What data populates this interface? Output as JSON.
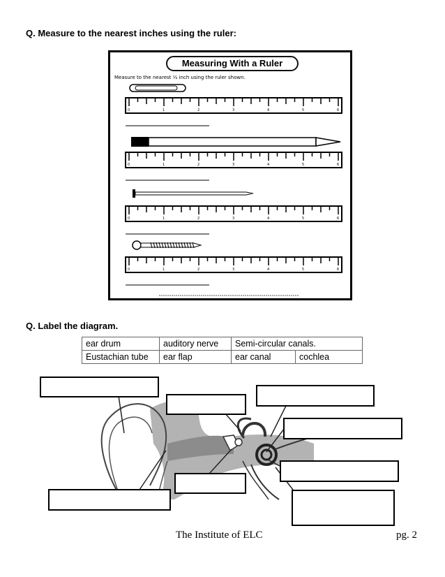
{
  "questions": {
    "q1": "Q. Measure to the nearest inches using the ruler:",
    "q2": "Q. Label the diagram."
  },
  "worksheet": {
    "title": "Measuring With a Ruler",
    "instructions": "Measure to the nearest ½ inch using the ruler shown.",
    "ruler_ticks": [
      "0",
      "1",
      "2",
      "3",
      "4",
      "5",
      "6"
    ]
  },
  "word_bank": [
    [
      "ear drum",
      "auditory nerve",
      "Semi-circular canals.",
      ""
    ],
    [
      "Eustachian tube",
      "ear flap",
      "ear canal",
      "cochlea"
    ]
  ],
  "footer": {
    "institution": "The Institute of ELC",
    "page": "pg. 2"
  }
}
